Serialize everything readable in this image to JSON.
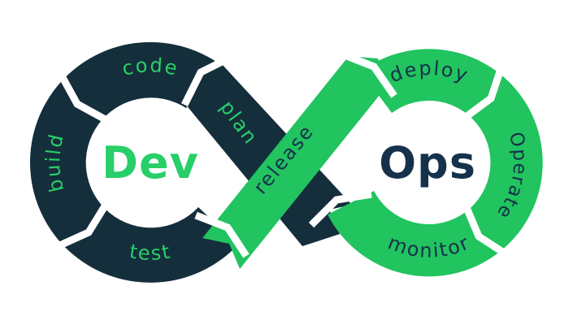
{
  "diagram": {
    "type": "devops-infinity-loop",
    "left_loop": {
      "center_label": "Dev",
      "stage_labels": [
        "plan",
        "code",
        "build",
        "test"
      ]
    },
    "right_loop": {
      "center_label": "Ops",
      "stage_labels": [
        "release",
        "deploy",
        "Operate",
        "monitor"
      ]
    },
    "labels": {
      "build": "build",
      "code": "code",
      "test": "test",
      "plan": "plan",
      "release": "release",
      "deploy": "deploy",
      "operate": "Operate",
      "monitor": "monitor"
    },
    "center": {
      "dev": "Dev",
      "ops": "Ops"
    },
    "colors": {
      "dark_navy": "#152E3C",
      "green": "#21C45F",
      "green_text": "#28CF69",
      "dark_text": "#16314B",
      "background": "#FFFFFF"
    }
  }
}
